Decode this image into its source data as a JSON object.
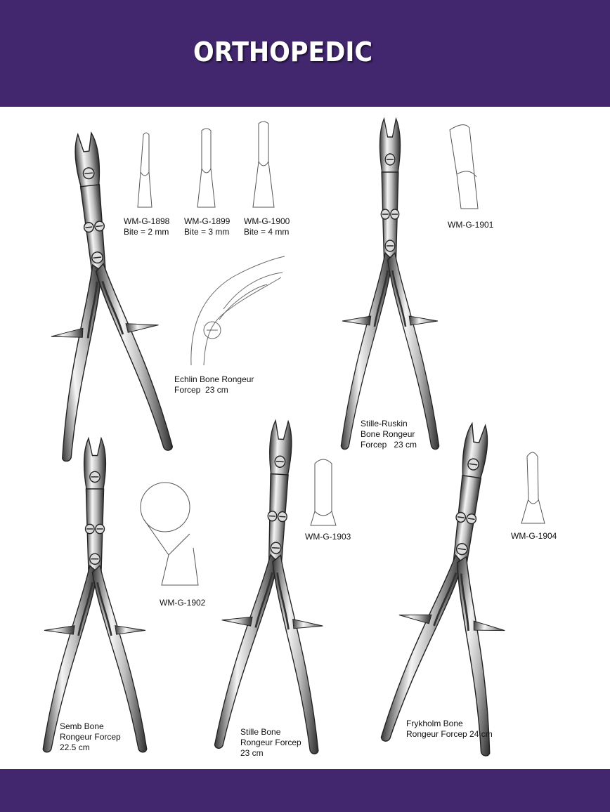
{
  "header": {
    "title": "ORTHOPEDIC"
  },
  "colors": {
    "band": "#42276f"
  },
  "products": [
    {
      "code": "WM-G-1898",
      "bite": "Bite = 2 mm"
    },
    {
      "code": "WM-G-1899",
      "bite": "Bite = 3 mm"
    },
    {
      "code": "WM-G-1900",
      "bite": "Bite = 4 mm"
    },
    {
      "code": "WM-G-1901"
    },
    {
      "code": "WM-G-1902"
    },
    {
      "code": "WM-G-1903"
    },
    {
      "code": "WM-G-1904"
    }
  ],
  "instruments": {
    "echlin": [
      "Echlin Bone Rongeur",
      "Forcep  23 cm"
    ],
    "stille_ruskin": [
      "Stille-Ruskin",
      "Bone Rongeur",
      "Forcep   23 cm"
    ],
    "semb": [
      "Semb Bone",
      "Rongeur Forcep",
      "22.5 cm"
    ],
    "stille": [
      "Stille Bone",
      "Rongeur Forcep",
      "23 cm"
    ],
    "frykholm": [
      "Frykholm Bone",
      "Rongeur Forcep 24 cm"
    ]
  }
}
